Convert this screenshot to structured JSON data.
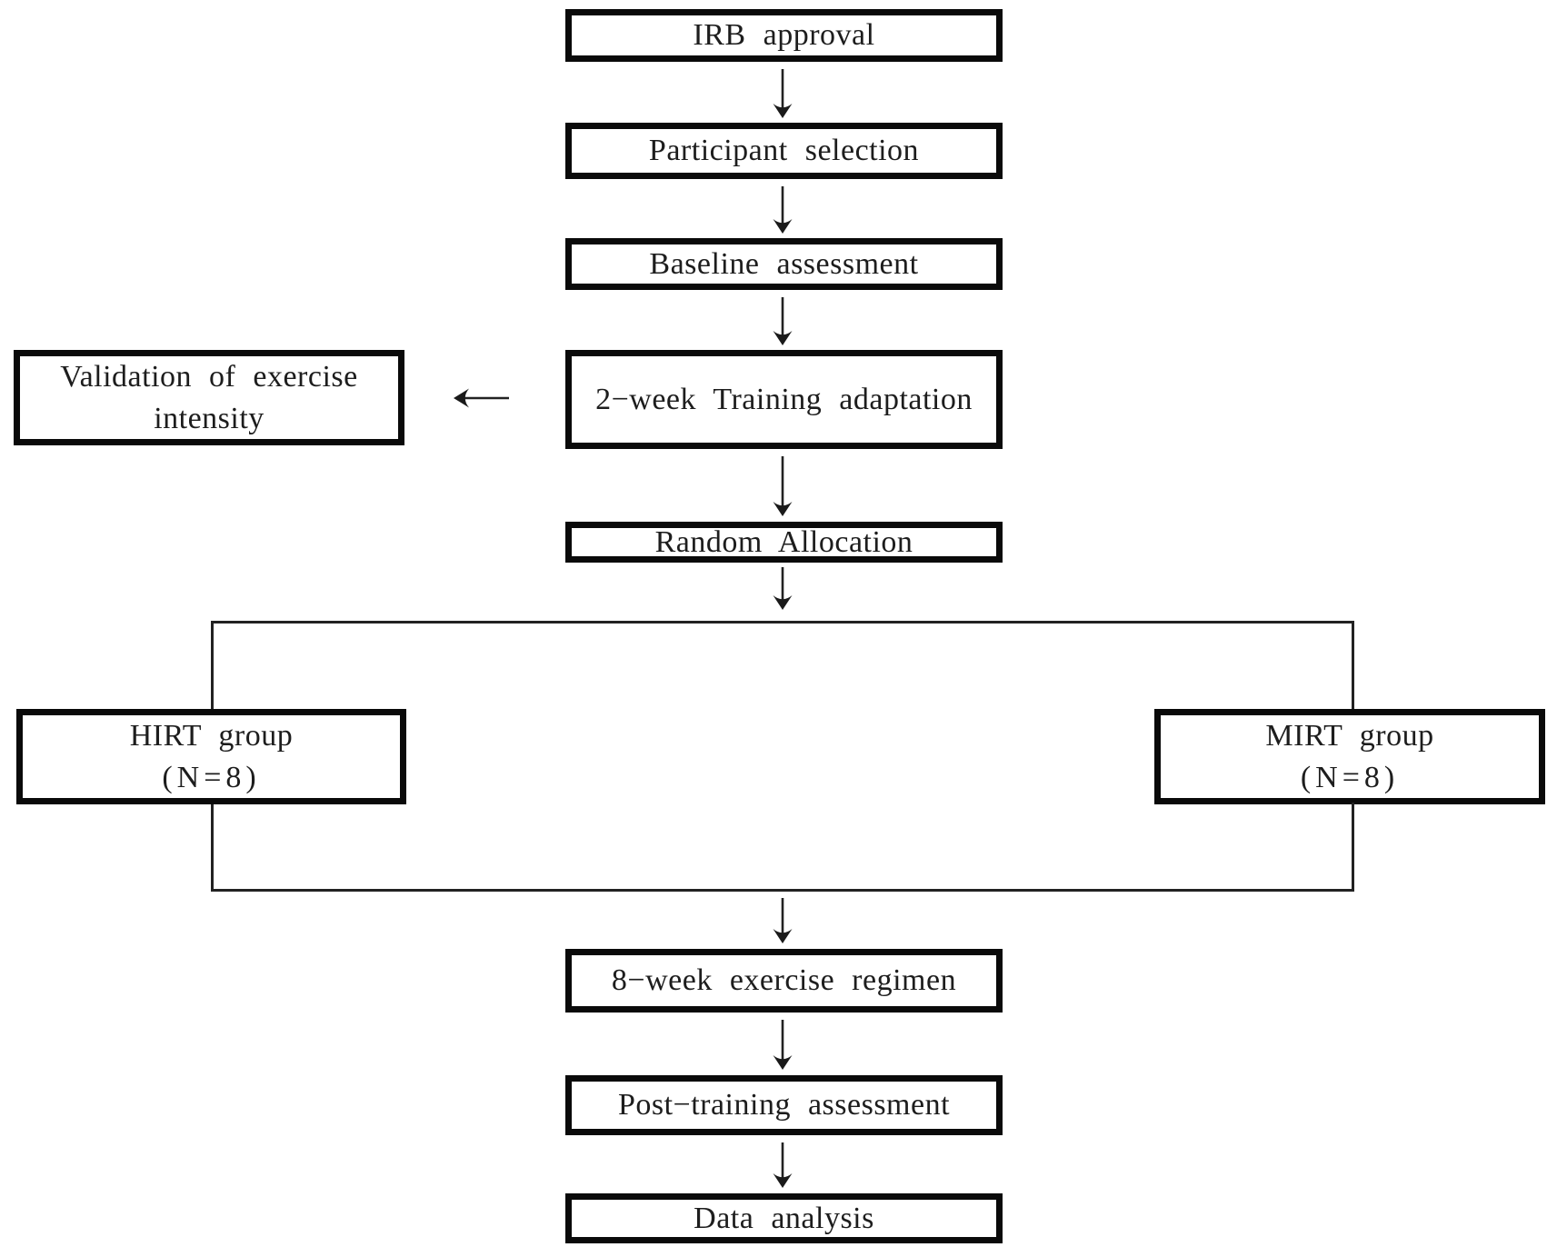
{
  "diagram": {
    "type": "flowchart",
    "nodes": {
      "irb": {
        "label": "IRB approval"
      },
      "participant": {
        "label": "Participant selection"
      },
      "baseline": {
        "label": "Baseline assessment"
      },
      "validation": {
        "line1": "Validation of exercise",
        "line2": "intensity"
      },
      "adaptation": {
        "label": "2−week Training adaptation"
      },
      "random": {
        "label": "Random Allocation"
      },
      "hirt": {
        "line1": "HIRT group",
        "line2": "(N=8)"
      },
      "mirt": {
        "line1": "MIRT group",
        "line2": "(N=8)"
      },
      "regimen": {
        "label": "8−week exercise regimen"
      },
      "post": {
        "label": "Post−training assessment"
      },
      "data_analysis": {
        "label": "Data analysis"
      }
    },
    "edges": [
      {
        "from": "irb",
        "to": "participant",
        "connector": "arrow-down"
      },
      {
        "from": "participant",
        "to": "baseline",
        "connector": "arrow-down"
      },
      {
        "from": "baseline",
        "to": "adaptation",
        "connector": "arrow-down"
      },
      {
        "from": "adaptation",
        "to": "validation",
        "connector": "arrow-left"
      },
      {
        "from": "adaptation",
        "to": "random",
        "connector": "arrow-down"
      },
      {
        "from": "random",
        "to": "hirt",
        "connector": "branch-line"
      },
      {
        "from": "random",
        "to": "mirt",
        "connector": "branch-line"
      },
      {
        "from": "hirt",
        "to": "regimen",
        "connector": "merge-line"
      },
      {
        "from": "mirt",
        "to": "regimen",
        "connector": "merge-line"
      },
      {
        "from": "regimen",
        "to": "post",
        "connector": "arrow-down"
      },
      {
        "from": "post",
        "to": "data_analysis",
        "connector": "arrow-down"
      }
    ],
    "icons": {
      "arrow_down": "↓",
      "arrow_left": "←"
    },
    "colors": {
      "background": "#ffffff",
      "box_border": "#0a0a0a",
      "text": "#1d1d1d",
      "connector_line": "#222222"
    }
  }
}
